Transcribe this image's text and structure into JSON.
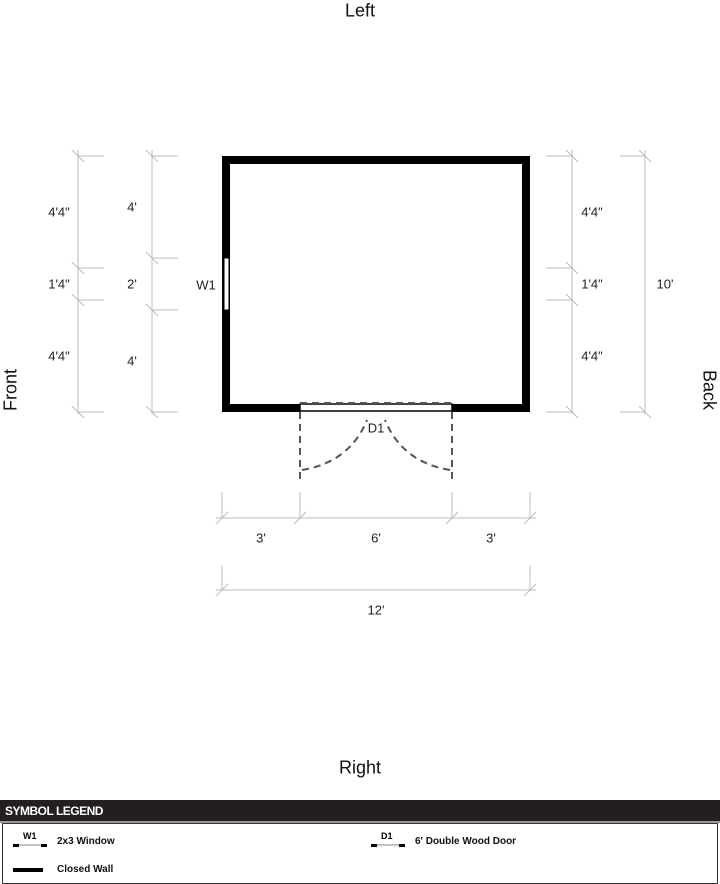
{
  "sides": {
    "top": "Left",
    "bottom": "Right",
    "left": "Front",
    "right": "Back"
  },
  "openings": {
    "window": "W1",
    "door": "D1"
  },
  "dims": {
    "front_outer": [
      "4'4\"",
      "1'4\"",
      "4'4\""
    ],
    "front_inner": [
      "4'",
      "2'",
      "4'"
    ],
    "back_outer": [
      "4'4\"",
      "1'4\"",
      "4'4\""
    ],
    "back_total": "10'",
    "bottom_segments": [
      "3'",
      "6'",
      "3'"
    ],
    "bottom_total": "12'"
  },
  "legend": {
    "title": "SYMBOL LEGEND",
    "items": [
      {
        "symbol": "W1",
        "label": "2x3 Window"
      },
      {
        "symbol": "D1",
        "label": "6' Double Wood Door"
      },
      {
        "symbol": "",
        "label": "Closed Wall"
      }
    ]
  }
}
